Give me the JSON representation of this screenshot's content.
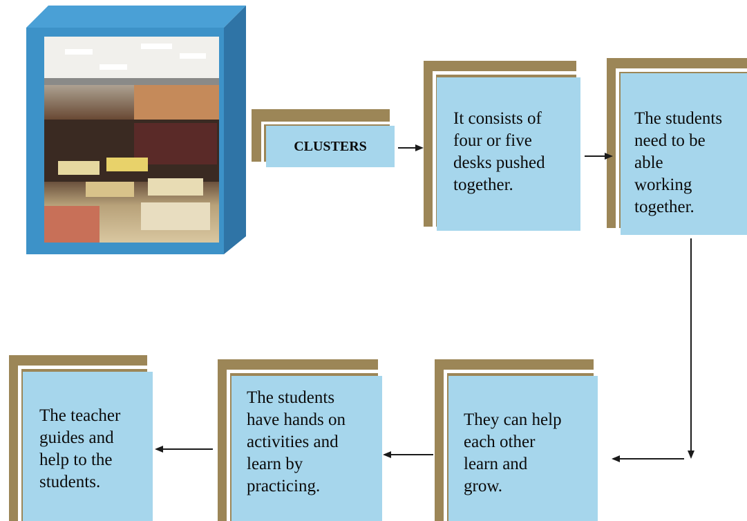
{
  "colors": {
    "card": "#a6d6ec",
    "frame": "#9c8657",
    "box_front": "#3b8fc4",
    "box_side": "#2e6f9e",
    "box_top": "#4a9fd6"
  },
  "image": {
    "alt": "classroom photo with desks arranged in clusters"
  },
  "label": {
    "text": "CLUSTERS"
  },
  "cards": {
    "c1": "It consists of\nfour or five\ndesks pushed\ntogether.",
    "c2": "The students\nneed to be\nable\nworking\ntogether.",
    "c3": "They can help\neach other\nlearn and\ngrow.",
    "c4": "The students\nhave hands on\nactivities and\nlearn by\npracticing.",
    "c5": "The teacher\nguides and\nhelp to the\nstudents."
  }
}
